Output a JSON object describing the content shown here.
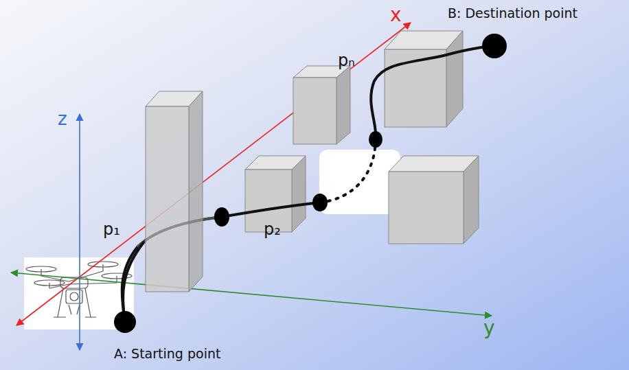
{
  "diagram": {
    "labels": [
      "x",
      "y",
      "z",
      "B: Destination point",
      "A: Starting point",
      "p₁",
      "p₂",
      "pₙ"
    ]
  }
}
